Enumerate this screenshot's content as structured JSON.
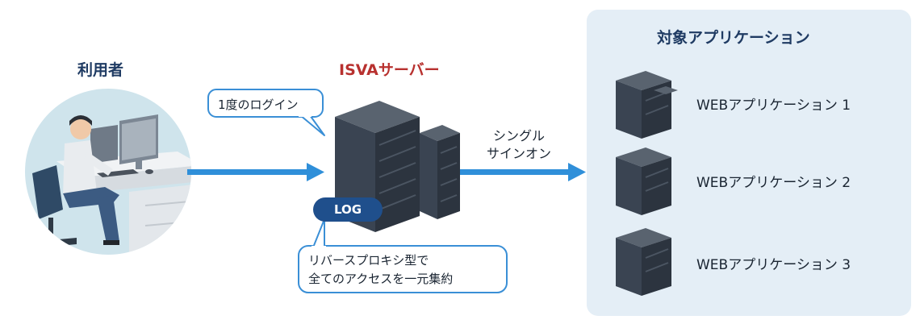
{
  "user": {
    "title": "利用者"
  },
  "isva": {
    "title": "ISVAサーバー",
    "login_bubble": "1度のログイン",
    "log_badge": "LOG",
    "proxy_bubble_line1": "リバースプロキシ型で",
    "proxy_bubble_line2": "全てのアクセスを一元集約"
  },
  "sso": {
    "line1": "シングル",
    "line2": "サインオン"
  },
  "apps": {
    "title": "対象アプリケーション",
    "items": [
      {
        "label": "WEBアプリケーション 1"
      },
      {
        "label": "WEBアプリケーション 2"
      },
      {
        "label": "WEBアプリケーション 3"
      }
    ]
  },
  "colors": {
    "arrow": "#2f8fd9",
    "bubble_border": "#3a8fd6",
    "badge": "#1f4f8c",
    "panel": "#e4eef6",
    "server": "#3a4452",
    "accent_red": "#b8312f",
    "navy": "#1f3b63"
  }
}
